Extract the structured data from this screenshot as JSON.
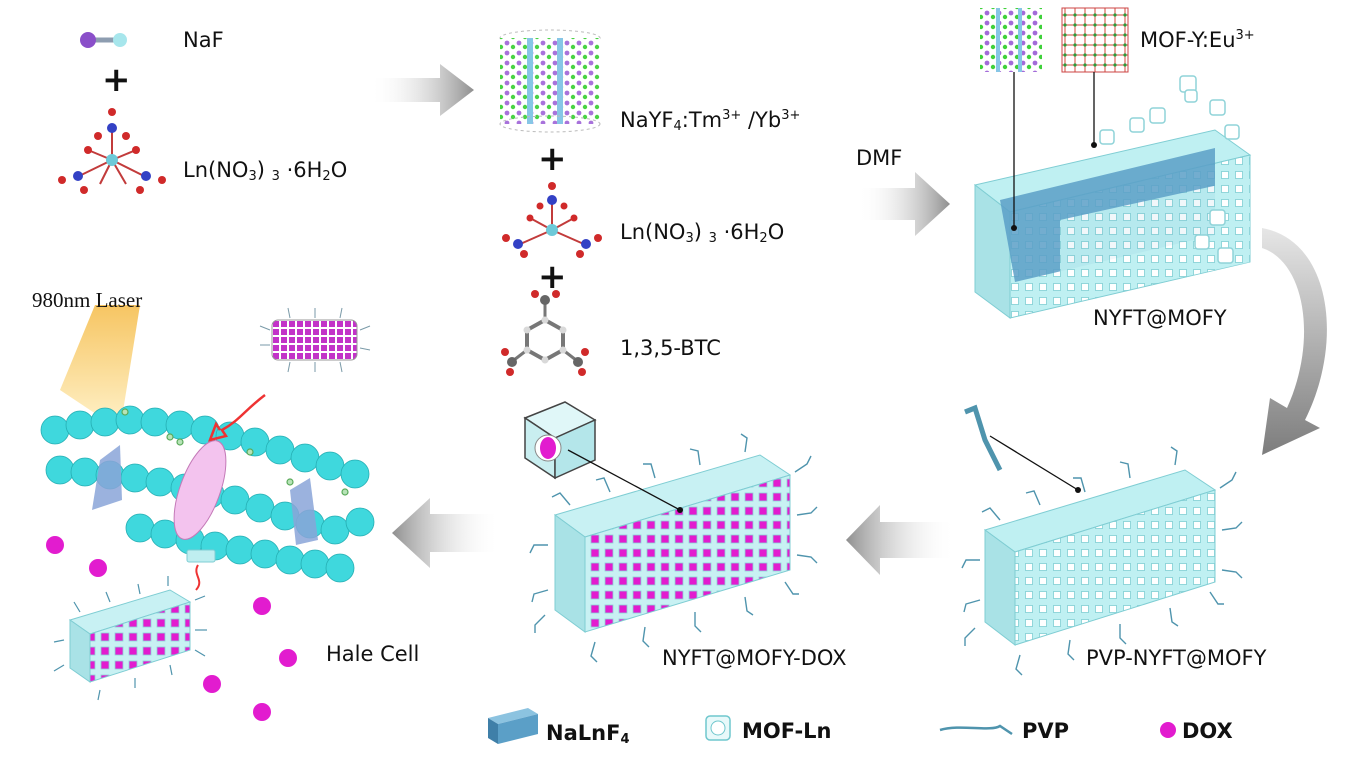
{
  "reactants": {
    "naf": "NaF",
    "ln_nitrate_a": "Ln(NO",
    "ln_nitrate_b": "3",
    "ln_nitrate_c": ") ",
    "ln_nitrate_d": "3",
    "ln_nitrate_e": " ·6H",
    "ln_nitrate_f": "2",
    "ln_nitrate_g": "O"
  },
  "intermediate": {
    "nayf4_a": "NaYF",
    "nayf4_b": "4",
    "nayf4_c": ":Tm",
    "nayf4_d": "3+",
    "nayf4_e": " /Yb",
    "nayf4_f": "3+",
    "btc": "1,3,5-BTC",
    "solvent": "DMF"
  },
  "products": {
    "mof_a": "MOF-Y:Eu",
    "mof_b": "3+",
    "nyft_mofy": "NYFT@MOFY",
    "pvp_nyft": "PVP-NYFT@MOFY",
    "nyft_dox": "NYFT@MOFY-DOX",
    "laser": "980nm Laser",
    "cell": "Hale  Cell"
  },
  "legend": {
    "nalnf4_a": "NaLnF",
    "nalnf4_b": "4",
    "mof_ln": "MOF-Ln",
    "pvp": "PVP",
    "dox": "DOX"
  },
  "colors": {
    "mof_cyan": "#bfeef0",
    "core_blue": "#5b9fc7",
    "dox_magenta": "#e21ccf",
    "membrane_cyan": "#3fd8dd",
    "arrow_gray": "#9a9a9a"
  }
}
